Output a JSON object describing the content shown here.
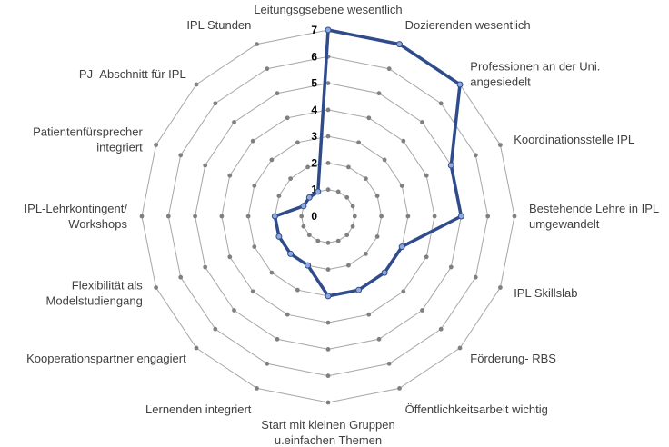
{
  "chart_data": {
    "type": "radar",
    "title": "",
    "categories": [
      [
        "Leitungsgsebene wesentlich"
      ],
      [
        "Dozierenden wesentlich"
      ],
      [
        "Professionen an der Uni.",
        "angesiedelt"
      ],
      [
        "Koordinationsstelle IPL"
      ],
      [
        "Bestehende Lehre in IPL",
        "umgewandelt"
      ],
      [
        "IPL Skillslab"
      ],
      [
        "Förderung- RBS"
      ],
      [
        "Öffentlichkeitsarbeit wichtig"
      ],
      [
        "Start mit kleinen Gruppen",
        "u.einfachen Themen"
      ],
      [
        "Lernenden integriert"
      ],
      [
        "Kooperationspartner engagiert"
      ],
      [
        "Flexibilität als",
        "Modelstudiengang"
      ],
      [
        "IPL-Lehrkontingent/",
        "Workshops"
      ],
      [
        "Patientenfürsprecher",
        "integriert"
      ],
      [
        "PJ- Abschnitt für IPL"
      ],
      [
        "IPL Stunden"
      ]
    ],
    "series": [
      {
        "values": [
          7,
          7,
          7,
          5,
          5,
          3,
          3,
          3,
          3,
          2,
          2,
          2,
          2,
          1,
          1,
          1
        ]
      }
    ],
    "rlim": [
      0,
      7
    ],
    "ticks": [
      "0",
      "1",
      "2",
      "3",
      "4",
      "5",
      "6",
      "7"
    ],
    "grid": true,
    "legend": "none",
    "colors": {
      "series": "#2f4b8c",
      "marker": "#8ea9db",
      "grid": "#a6a6a6",
      "grid_marker": "#808080"
    }
  }
}
